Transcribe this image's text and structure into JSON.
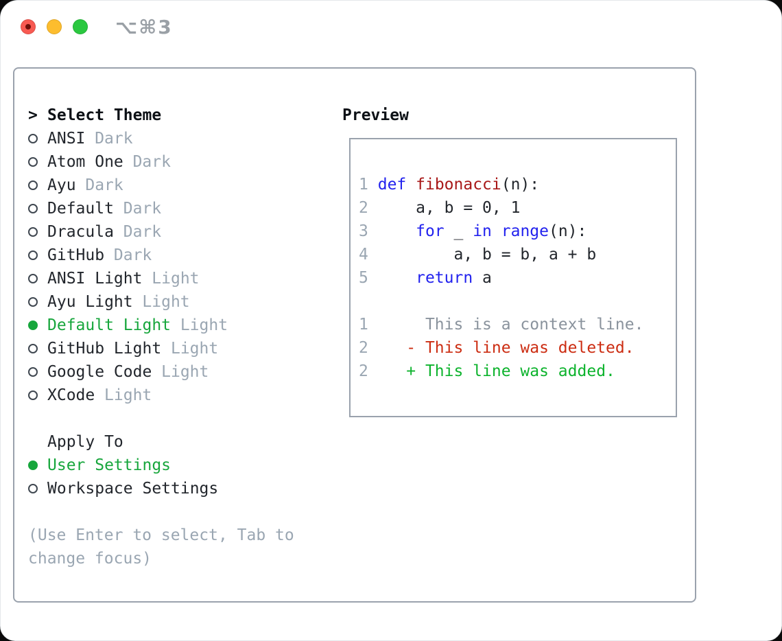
{
  "titlebar": {
    "shortcut": "⌥⌘3"
  },
  "traffic_lights": [
    {
      "name": "close",
      "color": "#f85a52"
    },
    {
      "name": "minimize",
      "color": "#fdbd2e"
    },
    {
      "name": "zoom",
      "color": "#2bc840"
    }
  ],
  "theme_selector": {
    "prompt": ">",
    "title": "Select Theme",
    "items": [
      {
        "name": "ANSI",
        "variant": "Dark",
        "selected": false
      },
      {
        "name": "Atom One",
        "variant": "Dark",
        "selected": false
      },
      {
        "name": "Ayu",
        "variant": "Dark",
        "selected": false
      },
      {
        "name": "Default",
        "variant": "Dark",
        "selected": false
      },
      {
        "name": "Dracula",
        "variant": "Dark",
        "selected": false
      },
      {
        "name": "GitHub",
        "variant": "Dark",
        "selected": false
      },
      {
        "name": "ANSI Light",
        "variant": "Light",
        "selected": false
      },
      {
        "name": "Ayu Light",
        "variant": "Light",
        "selected": false
      },
      {
        "name": "Default Light",
        "variant": "Light",
        "selected": true
      },
      {
        "name": "GitHub Light",
        "variant": "Light",
        "selected": false
      },
      {
        "name": "Google Code",
        "variant": "Light",
        "selected": false
      },
      {
        "name": "XCode",
        "variant": "Light",
        "selected": false
      }
    ]
  },
  "apply_to": {
    "title": "Apply To",
    "options": [
      {
        "label": "User Settings",
        "selected": true
      },
      {
        "label": "Workspace Settings",
        "selected": false
      }
    ]
  },
  "hint": "(Use Enter to select, Tab to\nchange focus)",
  "preview": {
    "title": "Preview",
    "lines": [
      {
        "tokens": [
          {
            "t": "1",
            "c": "ln"
          },
          {
            "t": " ",
            "c": "p"
          },
          {
            "t": "def",
            "c": "kw"
          },
          {
            "t": " ",
            "c": "p"
          },
          {
            "t": "fibonacci",
            "c": "fn"
          },
          {
            "t": "(n):",
            "c": "p"
          }
        ]
      },
      {
        "tokens": [
          {
            "t": "2",
            "c": "ln"
          },
          {
            "t": "     a, b = 0, 1",
            "c": "p"
          }
        ]
      },
      {
        "tokens": [
          {
            "t": "3",
            "c": "ln"
          },
          {
            "t": "     ",
            "c": "p"
          },
          {
            "t": "for",
            "c": "kw"
          },
          {
            "t": " _ ",
            "c": "p"
          },
          {
            "t": "in",
            "c": "kw"
          },
          {
            "t": " ",
            "c": "p"
          },
          {
            "t": "range",
            "c": "kw"
          },
          {
            "t": "(n):",
            "c": "p"
          }
        ]
      },
      {
        "tokens": [
          {
            "t": "4",
            "c": "ln"
          },
          {
            "t": "         a, b = b, a + b",
            "c": "p"
          }
        ]
      },
      {
        "tokens": [
          {
            "t": "5",
            "c": "ln"
          },
          {
            "t": "     ",
            "c": "p"
          },
          {
            "t": "return",
            "c": "kw"
          },
          {
            "t": " a",
            "c": "p"
          }
        ]
      },
      {
        "tokens": []
      },
      {
        "tokens": [
          {
            "t": "1",
            "c": "ln"
          },
          {
            "t": "      This is a context line.",
            "c": "ctx"
          }
        ]
      },
      {
        "tokens": [
          {
            "t": "2",
            "c": "ln"
          },
          {
            "t": "    - This line was deleted.",
            "c": "del"
          }
        ]
      },
      {
        "tokens": [
          {
            "t": "2",
            "c": "ln"
          },
          {
            "t": "    + This line was added.",
            "c": "add"
          }
        ]
      }
    ]
  },
  "colors": {
    "accent_green": "#17a63c",
    "diff_add": "#0db32d",
    "diff_del": "#cc2d12",
    "kw_blue": "#2222ee",
    "fn_red": "#a81818",
    "gray": "#9aa6b2",
    "ctx_gray": "#8a939d",
    "text": "#22262c",
    "border": "#9aa2ad"
  }
}
